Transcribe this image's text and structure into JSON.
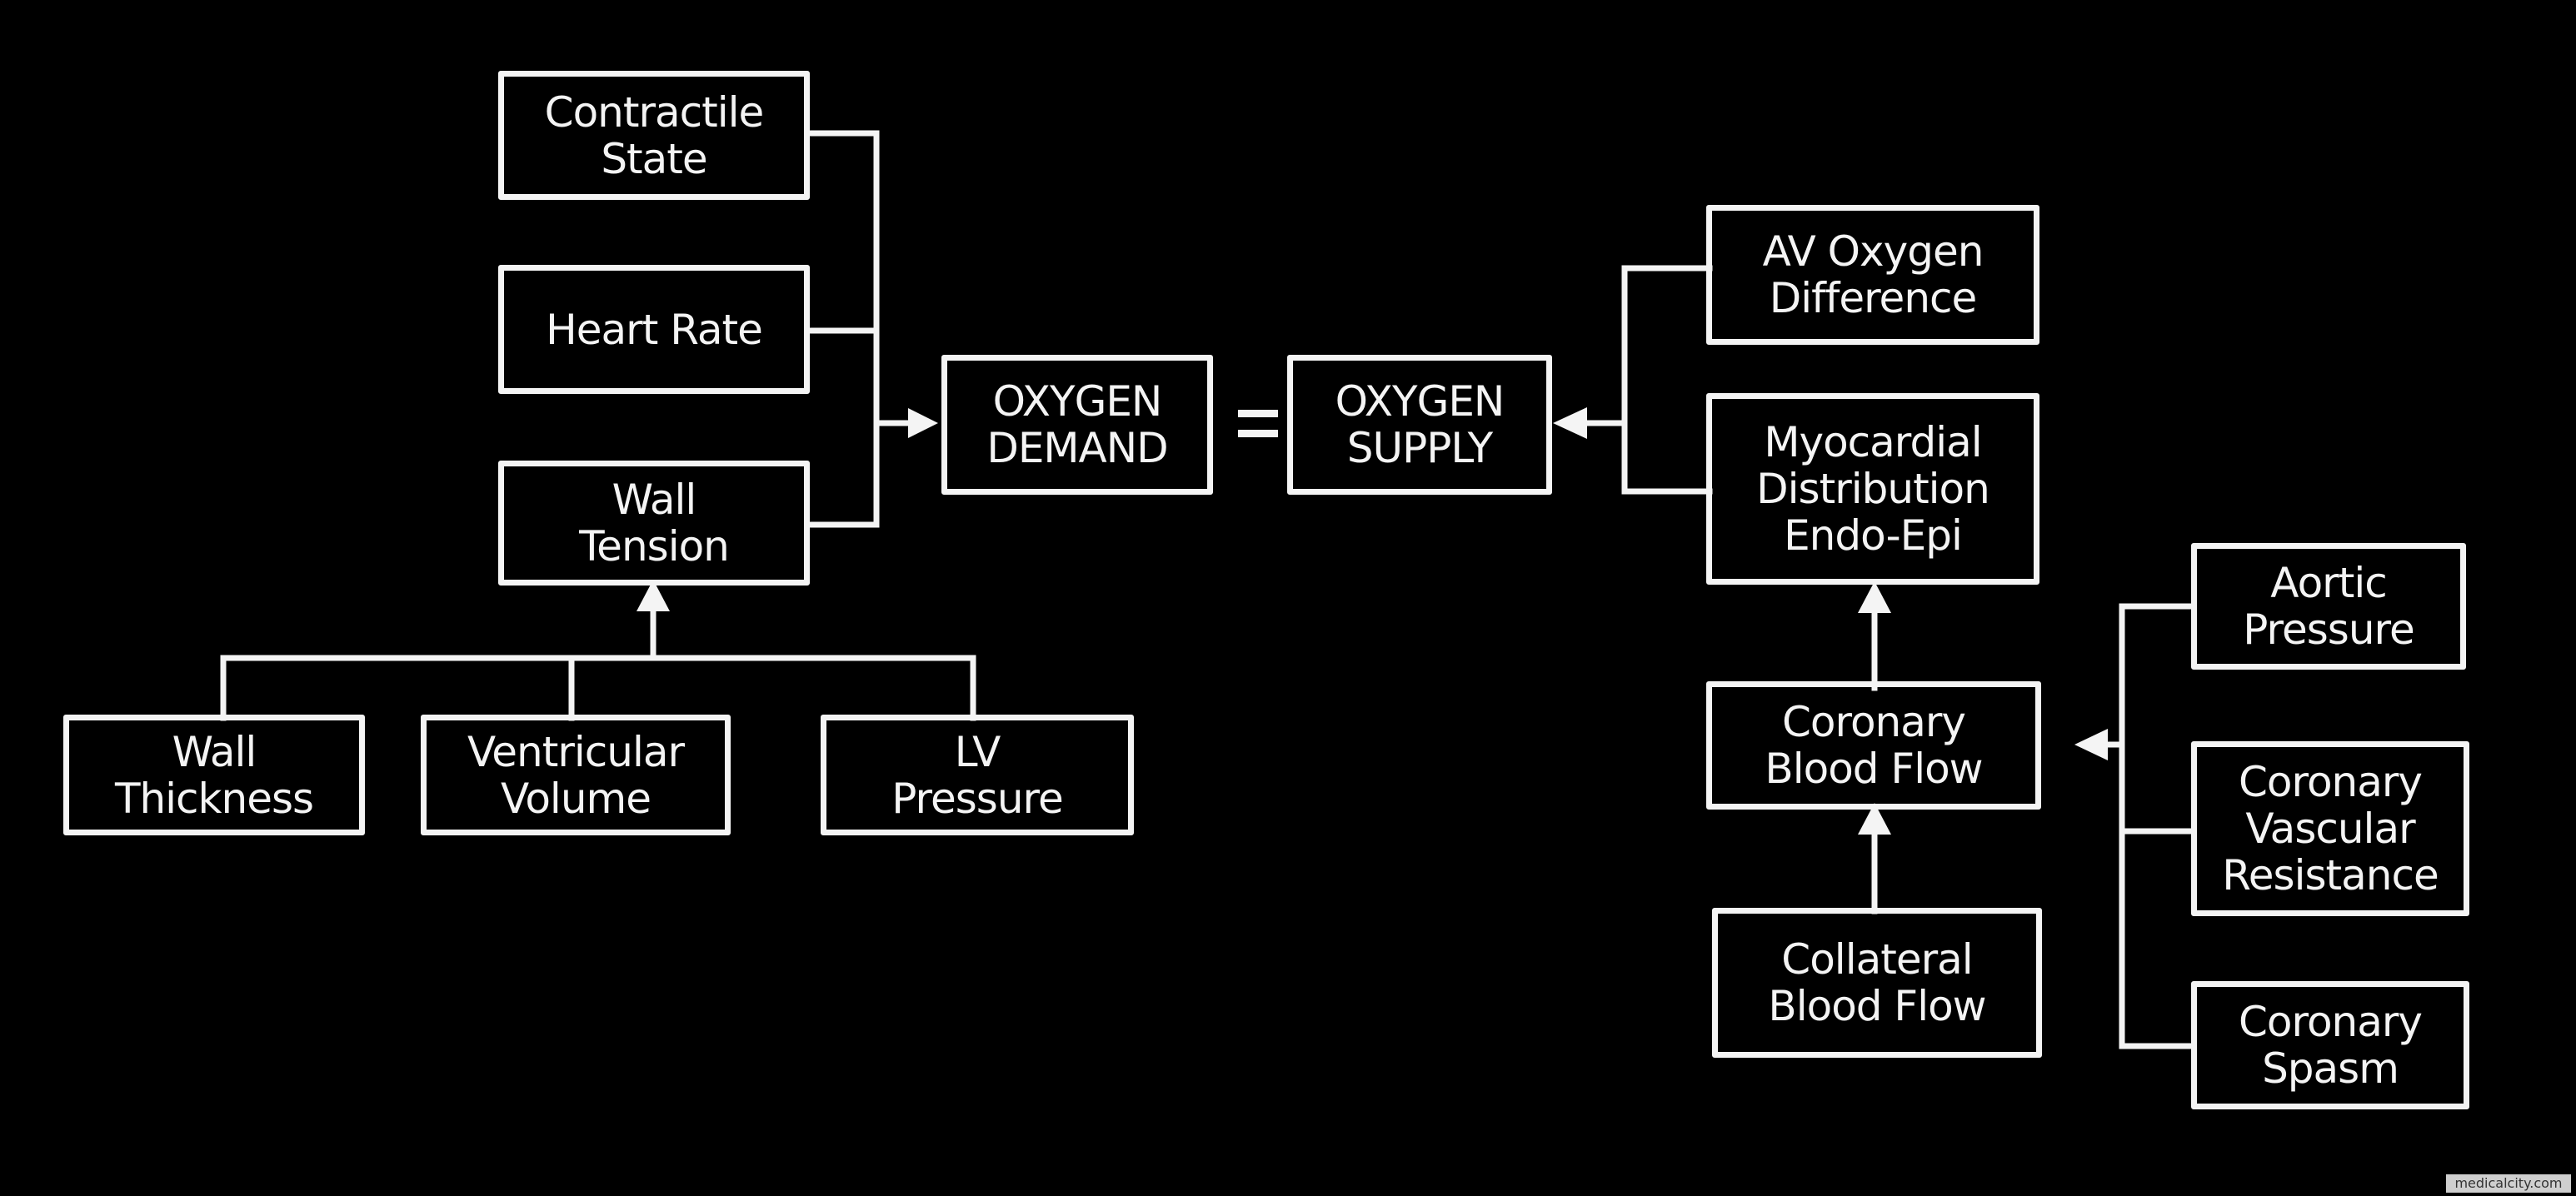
{
  "nodes": {
    "contractile_state": [
      "Contractile",
      "State"
    ],
    "heart_rate": [
      "Heart Rate"
    ],
    "wall_tension": [
      "Wall",
      "Tension"
    ],
    "wall_thickness": [
      "Wall",
      "Thickness"
    ],
    "ventricular_volume": [
      "Ventricular",
      "Volume"
    ],
    "lv_pressure": [
      "LV",
      "Pressure"
    ],
    "oxygen_demand": [
      "OXYGEN",
      "DEMAND"
    ],
    "oxygen_supply": [
      "OXYGEN",
      "SUPPLY"
    ],
    "av_oxygen_difference": [
      "AV Oxygen",
      "Difference"
    ],
    "myocardial_distribution": [
      "Myocardial",
      "Distribution",
      "Endo-Epi"
    ],
    "coronary_blood_flow": [
      "Coronary",
      "Blood Flow"
    ],
    "collateral_blood_flow": [
      "Collateral",
      "Blood Flow"
    ],
    "aortic_pressure": [
      "Aortic",
      "Pressure"
    ],
    "coronary_vascular_resistance": [
      "Coronary",
      "Vascular",
      "Resistance"
    ],
    "coronary_spasm": [
      "Coronary",
      "Spasm"
    ]
  },
  "watermark": "medicalcity.com"
}
